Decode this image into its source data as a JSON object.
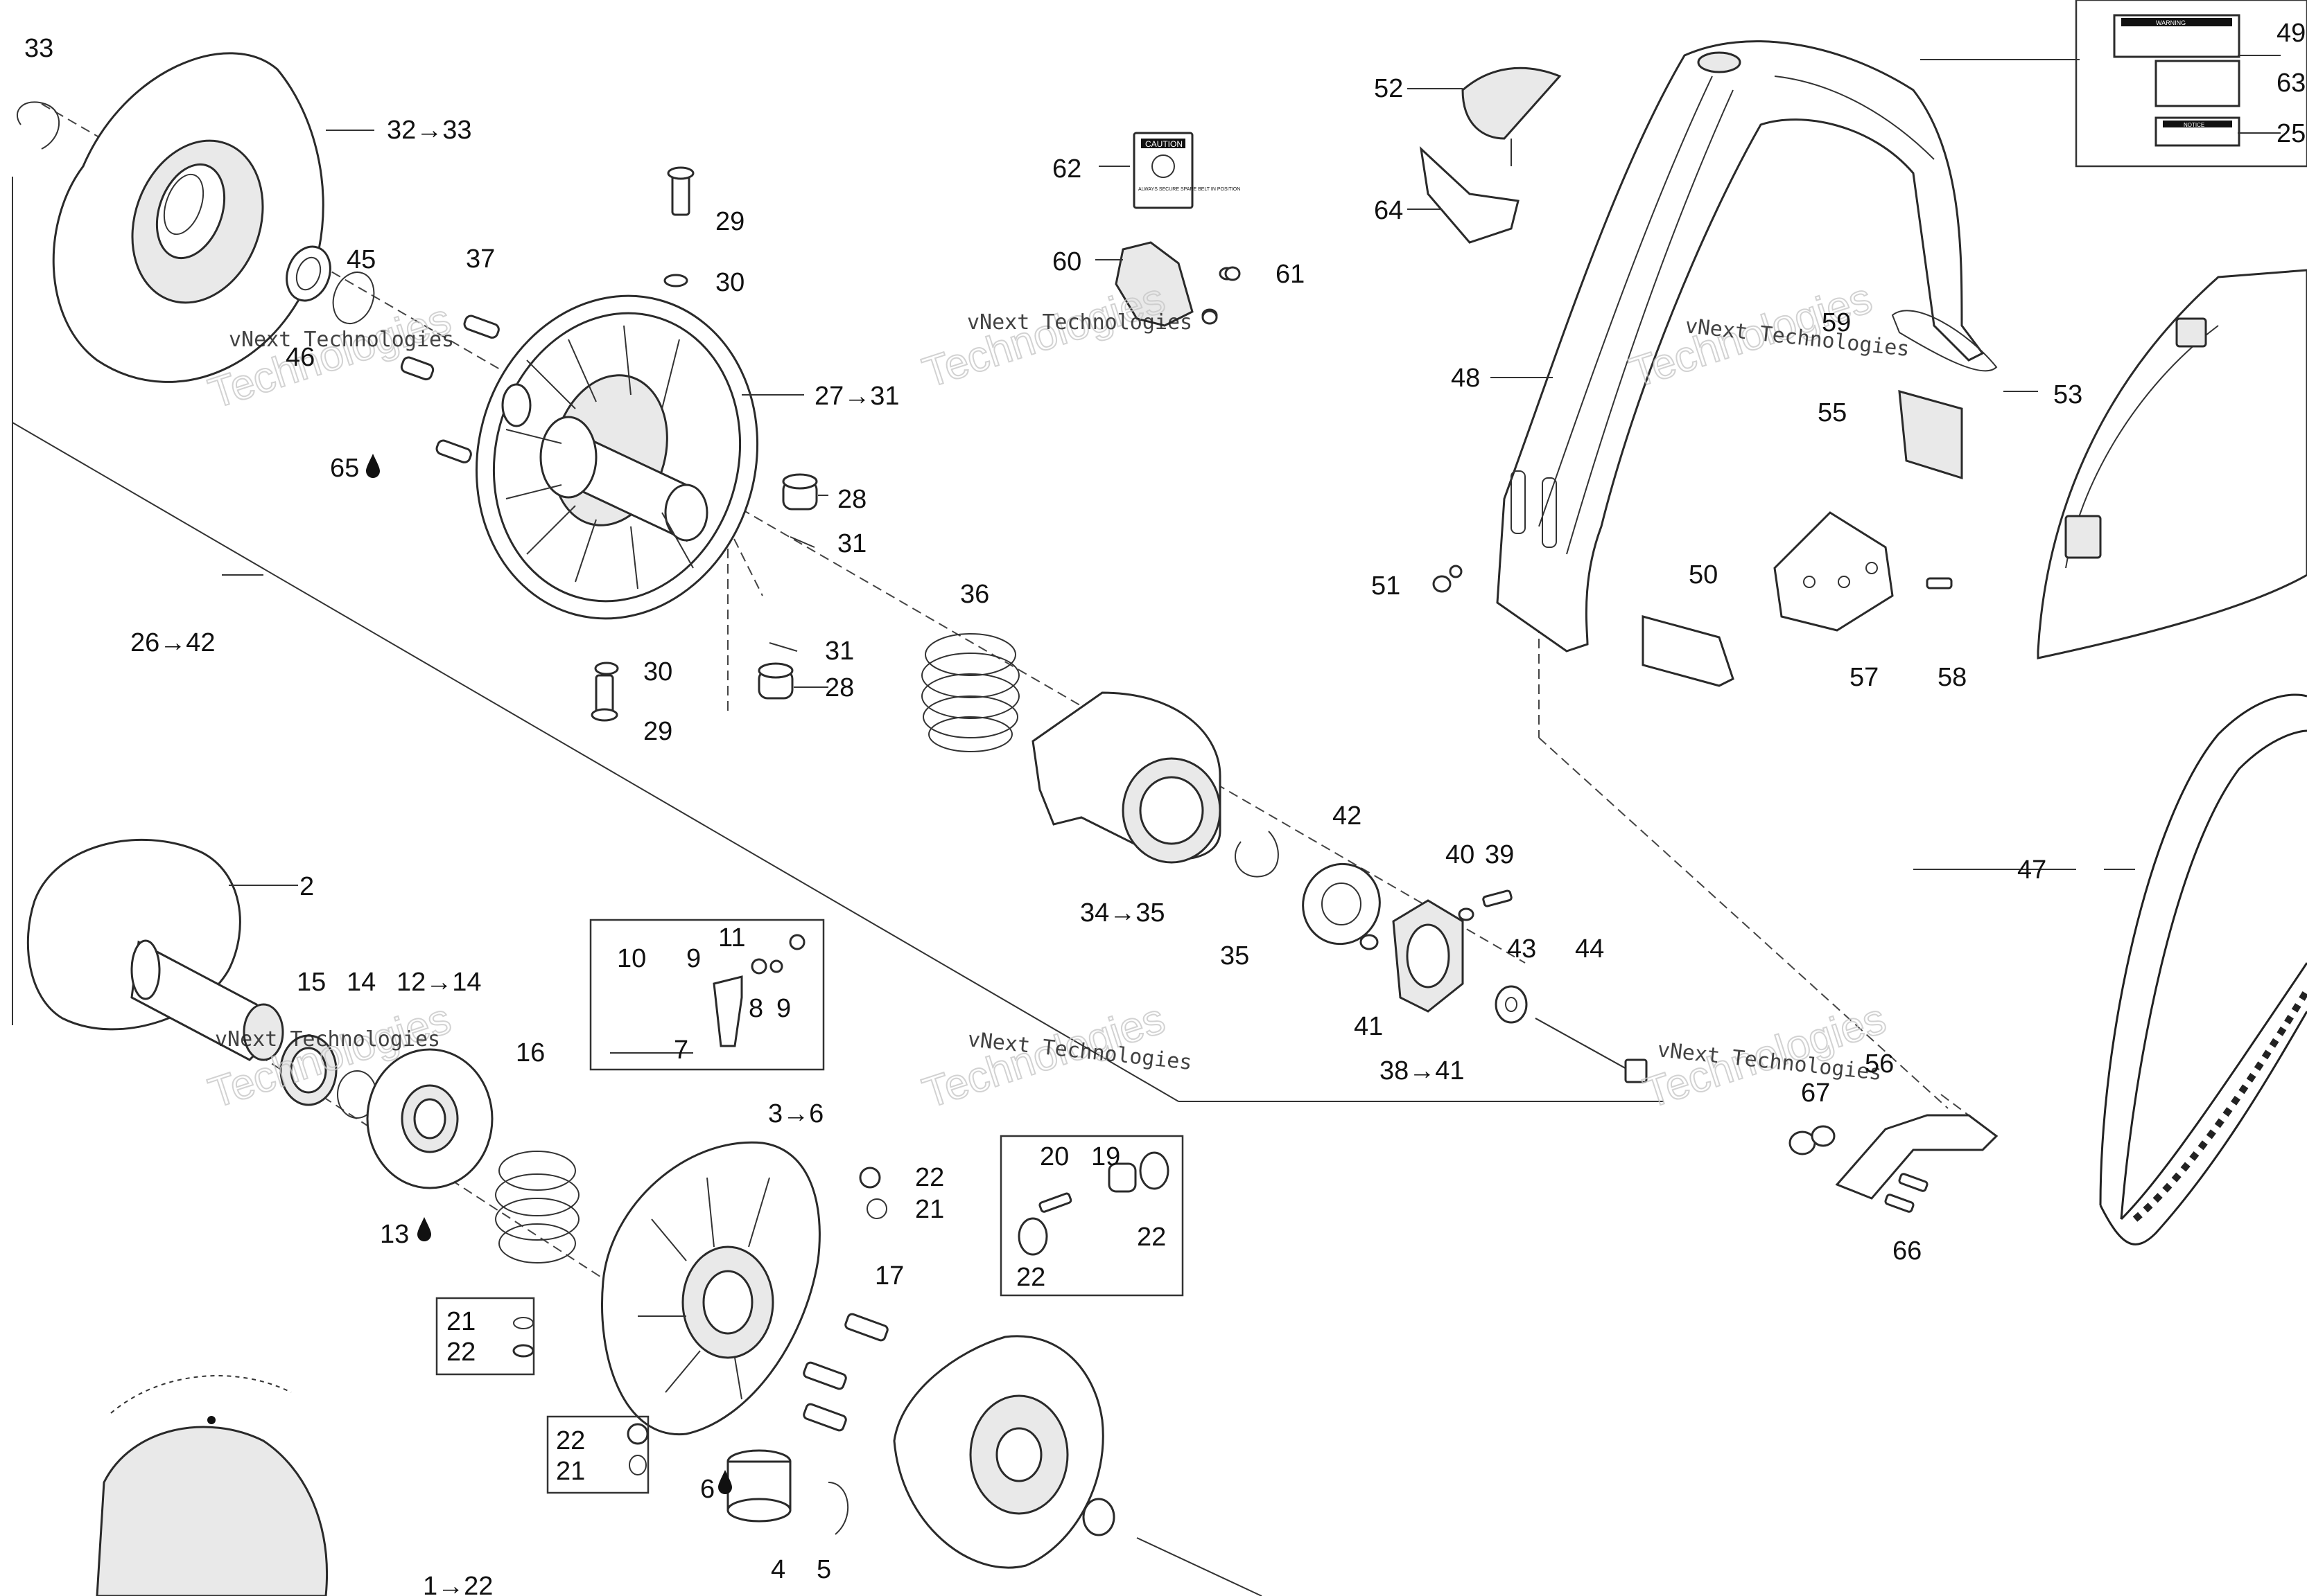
{
  "diagram": {
    "watermark_line1": "vNext Technologies",
    "watermark_line2": "Technologies",
    "callouts": {
      "c1_22": "1→22",
      "c2": "2",
      "c3_6": "3→6",
      "c4": "4",
      "c5": "5",
      "c6": "6",
      "c7": "7",
      "c8": "8",
      "c9a": "9",
      "c9b": "9",
      "c10": "10",
      "c11": "11",
      "c12_14": "12→14",
      "c13": "13",
      "c14": "14",
      "c15": "15",
      "c16": "16",
      "c17": "17",
      "c19": "19",
      "c20": "20",
      "c21a": "21",
      "c21b": "21",
      "c21c": "21",
      "c22a": "22",
      "c22b": "22",
      "c22c": "22",
      "c22d": "22",
      "c22e": "22",
      "c25": "25",
      "c26_42": "26→42",
      "c27_31": "27→31",
      "c28a": "28",
      "c28b": "28",
      "c29a": "29",
      "c29b": "29",
      "c30a": "30",
      "c30b": "30",
      "c31a": "31",
      "c31b": "31",
      "c32_33": "32→33",
      "c33": "33",
      "c34_35": "34→35",
      "c35": "35",
      "c36": "36",
      "c37": "37",
      "c38_41": "38→41",
      "c39": "39",
      "c40": "40",
      "c41": "41",
      "c42": "42",
      "c43": "43",
      "c44": "44",
      "c45": "45",
      "c46": "46",
      "c47": "47",
      "c48": "48",
      "c49": "49",
      "c50": "50",
      "c51": "51",
      "c52": "52",
      "c53": "53",
      "c55": "55",
      "c56": "56",
      "c57": "57",
      "c58": "58",
      "c59": "59",
      "c60": "60",
      "c61": "61",
      "c62": "62",
      "c63": "63",
      "c64": "64",
      "c65": "65",
      "c66": "66",
      "c67": "67"
    },
    "decals": {
      "caution_title": "CAUTION",
      "caution_text": "ALWAYS SECURE SPARE BELT IN POSITION",
      "warning_title": "WARNING",
      "notice_title": "NOTICE"
    },
    "icons": [
      "lubricant-drop-icon",
      "arrow-icon"
    ]
  }
}
